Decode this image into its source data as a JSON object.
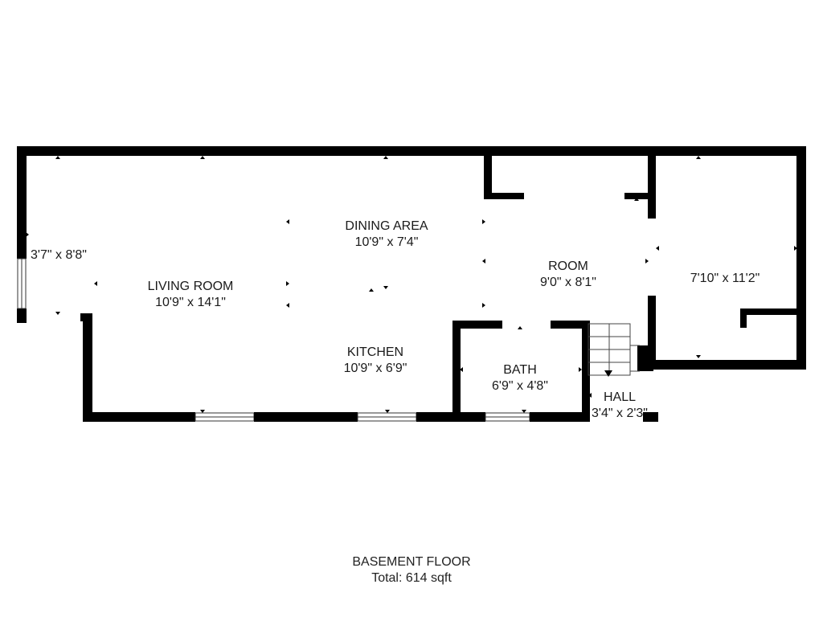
{
  "floor_title": "BASEMENT FLOOR",
  "total_area": "Total: 614 sqft",
  "rooms": [
    {
      "name": "LIVING ROOM",
      "dimensions": "10'9\" x 14'1\""
    },
    {
      "name": "DINING AREA",
      "dimensions": "10'9\" x 7'4\""
    },
    {
      "name": "KITCHEN",
      "dimensions": "10'9\" x 6'9\""
    },
    {
      "name": "ROOM",
      "dimensions": "9'0\" x 8'1\""
    },
    {
      "name": "BATH",
      "dimensions": "6'9\" x 4'8\""
    },
    {
      "name": "HALL",
      "dimensions": "3'4\" x 2'3\""
    },
    {
      "name": "",
      "dimensions": "7'10\" x 11'2\""
    },
    {
      "name": "",
      "dimensions": "3'7\" x 8'8\""
    }
  ],
  "colors": {
    "wall": "#000000",
    "background": "#ffffff",
    "text": "#1a1a1a"
  }
}
